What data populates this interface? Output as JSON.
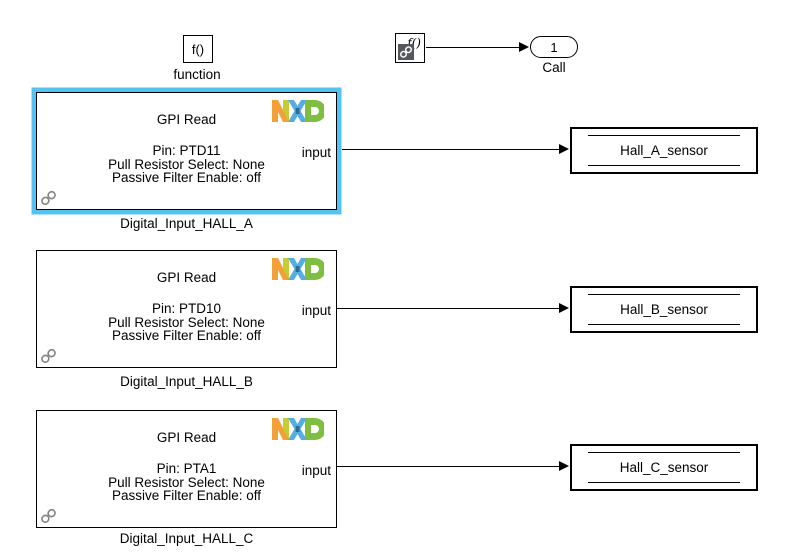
{
  "colors": {
    "selection_blue": "#56c1f3",
    "wire_black": "#000000",
    "nxp_orange": "#f2a037",
    "nxp_yellow_green": "#c5cc36",
    "nxp_blue": "#55ade0",
    "nxp_dark_blue": "#2a6c97",
    "nxp_green": "#7fbe41",
    "link_gray": "#878787",
    "badge_gray": "#55595d",
    "badge_chain_white": "#ffffff"
  },
  "function_block": {
    "text": "f()",
    "caption": "function"
  },
  "function_caller": {
    "icon_text": "f()"
  },
  "call_port": {
    "value": "1",
    "caption": "Call"
  },
  "gpi_blocks": [
    {
      "title": "GPI Read",
      "params": [
        "Pin: PTD11",
        "Pull Resistor Select: None",
        "Passive Filter Enable: off"
      ],
      "port_label": "input",
      "caption": "Digital_Input_HALL_A",
      "selected": true
    },
    {
      "title": "GPI Read",
      "params": [
        "Pin: PTD10",
        "Pull Resistor Select: None",
        "Passive Filter Enable: off"
      ],
      "port_label": "input",
      "caption": "Digital_Input_HALL_B",
      "selected": false
    },
    {
      "title": "GPI Read",
      "params": [
        "Pin: PTA1",
        "Pull Resistor Select: None",
        "Passive Filter Enable: off"
      ],
      "port_label": "input",
      "caption": "Digital_Input_HALL_C",
      "selected": false
    }
  ],
  "sensor_blocks": [
    {
      "label": "Hall_A_sensor"
    },
    {
      "label": "Hall_B_sensor"
    },
    {
      "label": "Hall_C_sensor"
    }
  ]
}
